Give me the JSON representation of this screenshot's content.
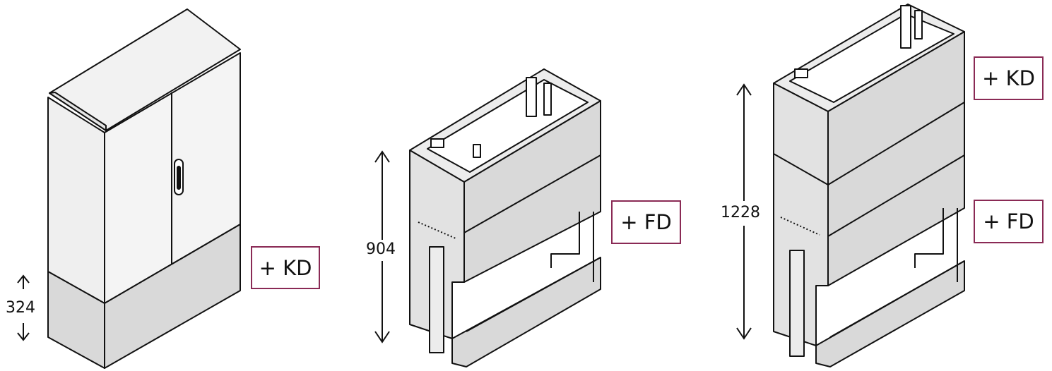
{
  "cabinet_1": {
    "addon_label": "+ KD",
    "height_label": "324"
  },
  "cabinet_2": {
    "addon_label": "+ FD",
    "height_label": "904"
  },
  "cabinet_3": {
    "addon_top_label": "+ KD",
    "addon_bottom_label": "+ FD",
    "height_label": "1228"
  },
  "colors": {
    "label_border": "#8a2a55",
    "panel_fill": "#d9d9d9",
    "light_fill": "#ececec",
    "outline": "#111111"
  }
}
